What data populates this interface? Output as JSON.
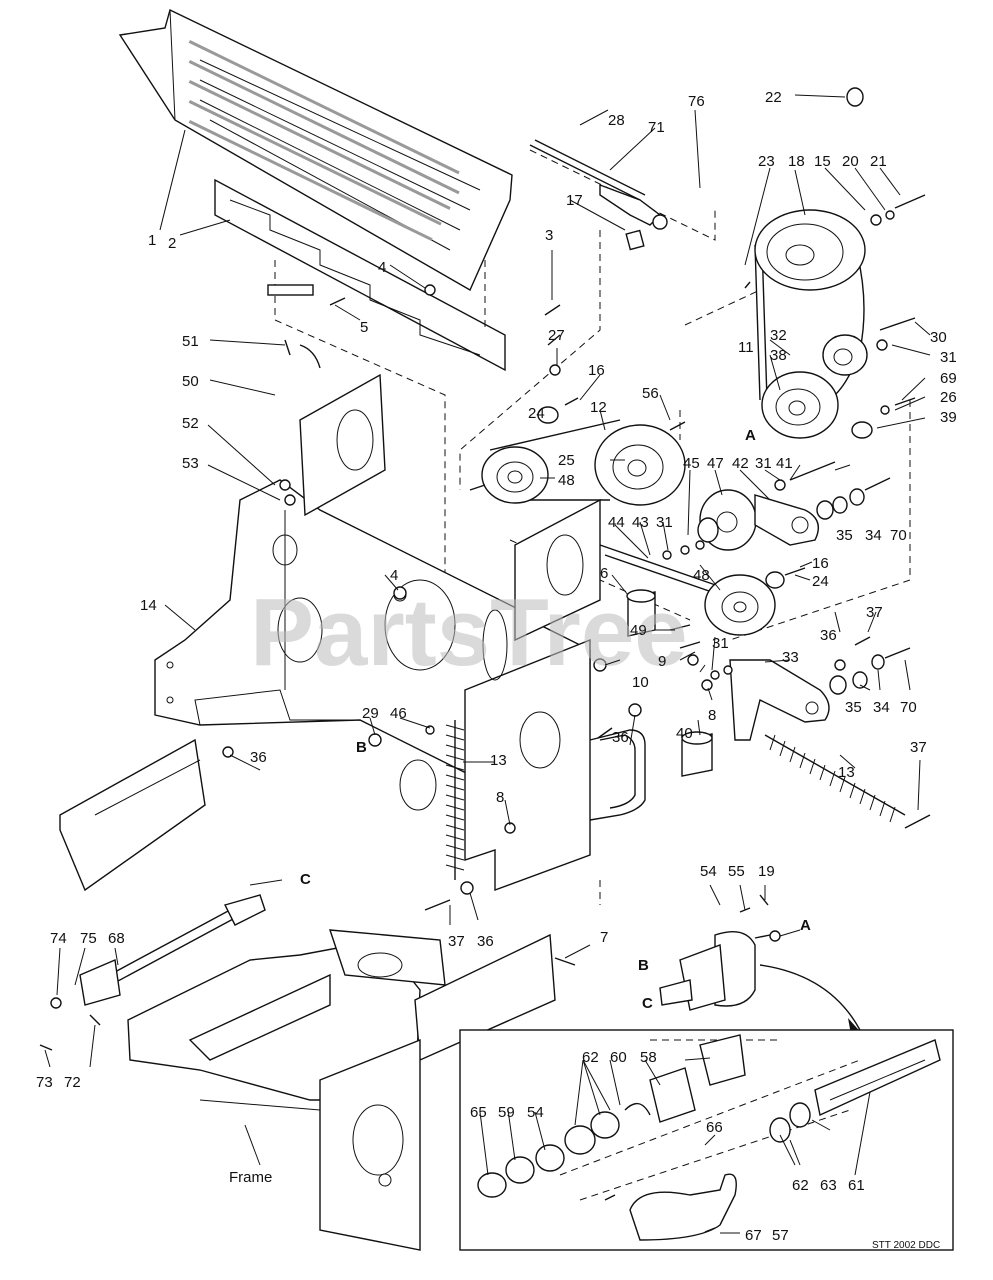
{
  "watermark": "PartsTree",
  "drawing_code": "STT 2002 DDC",
  "frame_label": "Frame",
  "reference_letters": [
    "A",
    "B",
    "C"
  ],
  "callouts": {
    "c1": "1",
    "c2": "2",
    "c3": "3",
    "c4a": "4",
    "c4b": "4",
    "c5": "5",
    "c6": "6",
    "c7": "7",
    "c8a": "8",
    "c8b": "8",
    "c9": "9",
    "c10": "10",
    "c11": "11",
    "c12": "12",
    "c13a": "13",
    "c13b": "13",
    "c14": "14",
    "c15": "15",
    "c16a": "16",
    "c16b": "16",
    "c17": "17",
    "c18": "18",
    "c19": "19",
    "c20": "20",
    "c21": "21",
    "c22": "22",
    "c23": "23",
    "c24a": "24",
    "c24b": "24",
    "c25": "25",
    "c26": "26",
    "c27": "27",
    "c28": "28",
    "c29": "29",
    "c30": "30",
    "c31a": "31",
    "c31b": "31",
    "c31c": "31",
    "c31d": "31",
    "c32": "32",
    "c33": "33",
    "c34a": "34",
    "c34b": "34",
    "c35a": "35",
    "c35b": "35",
    "c36a": "36",
    "c36b": "36",
    "c36c": "36",
    "c36d": "36",
    "c37a": "37",
    "c37b": "37",
    "c37c": "37",
    "c38": "38",
    "c39": "39",
    "c40": "40",
    "c41": "41",
    "c42": "42",
    "c43": "43",
    "c44": "44",
    "c45": "45",
    "c46": "46",
    "c47": "47",
    "c48a": "48",
    "c48b": "48",
    "c49": "49",
    "c50": "50",
    "c51": "51",
    "c52": "52",
    "c53": "53",
    "c54a": "54",
    "c54b": "54",
    "c55": "55",
    "c56": "56",
    "c57": "57",
    "c58": "58",
    "c59": "59",
    "c60": "60",
    "c61": "61",
    "c62a": "62",
    "c62b": "62",
    "c63": "63",
    "c65": "65",
    "c66": "66",
    "c67": "67",
    "c68": "68",
    "c69": "69",
    "c70a": "70",
    "c70b": "70",
    "c71": "71",
    "c72": "72",
    "c73": "73",
    "c74": "74",
    "c75": "75",
    "c76": "76",
    "refA1": "A",
    "refA2": "A",
    "refB1": "B",
    "refB2": "B",
    "refC1": "C",
    "refC2": "C"
  }
}
